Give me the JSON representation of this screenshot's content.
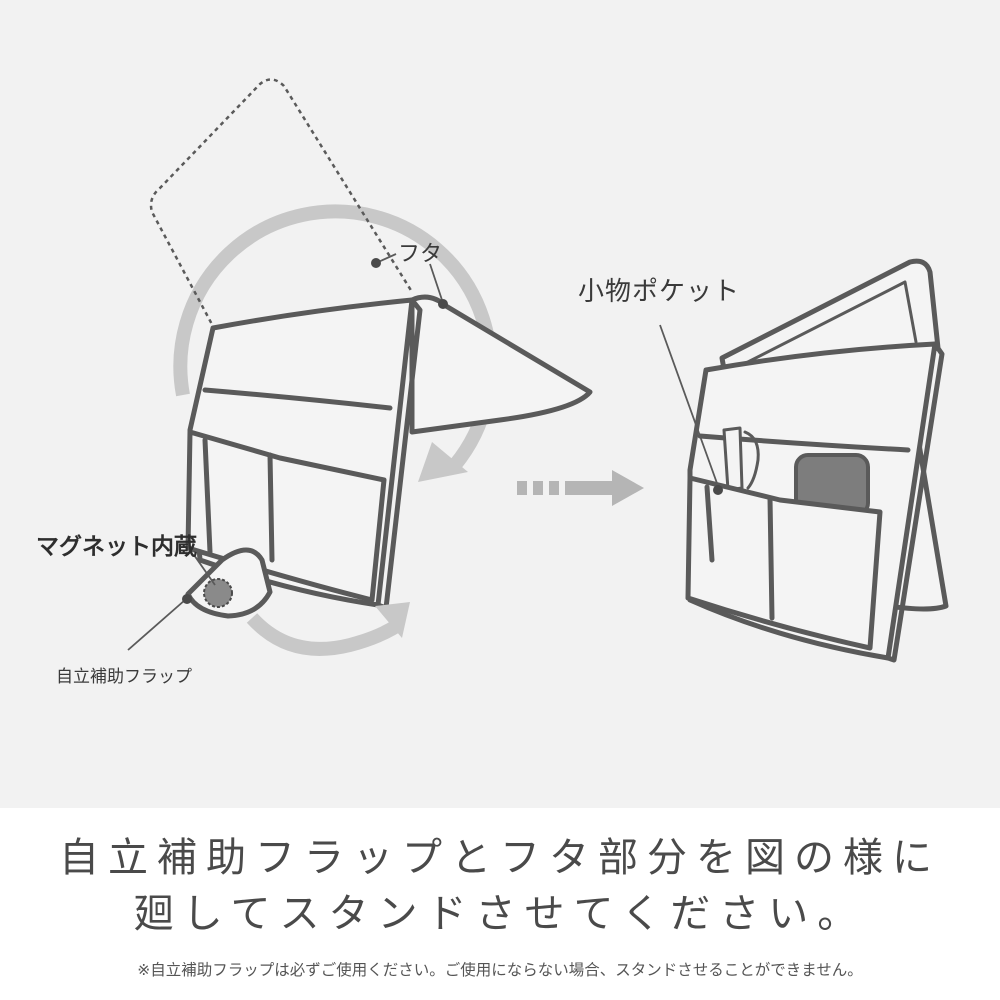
{
  "labels": {
    "lid": "フタ",
    "pocket": "小物ポケット",
    "magnet": "マグネット内蔵",
    "flap": "自立補助フラップ"
  },
  "instruction": {
    "line1": "自立補助フラップとフタ部分を図の様に",
    "line2": "廻してスタンドさせてください。"
  },
  "footnote": "※自立補助フラップは必ずご使用ください。ご使用にならない場合、スタンドさせることができません。",
  "colors": {
    "panel_bg": "#f2f2f2",
    "line": "#5a5a5a",
    "arrow": "#bdbdbd",
    "text": "#3a3a3a"
  }
}
